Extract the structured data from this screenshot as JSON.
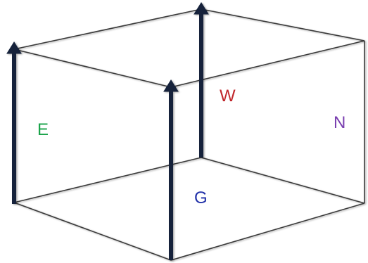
{
  "labels": {
    "east": "E",
    "west": "W",
    "north": "N",
    "ground": "G"
  },
  "colors": {
    "east": "#1aa34a",
    "west": "#c0262b",
    "north": "#7a3fb0",
    "ground": "#1f2fa8",
    "edges": "#3a3a3a",
    "arrows": "#12203a"
  }
}
